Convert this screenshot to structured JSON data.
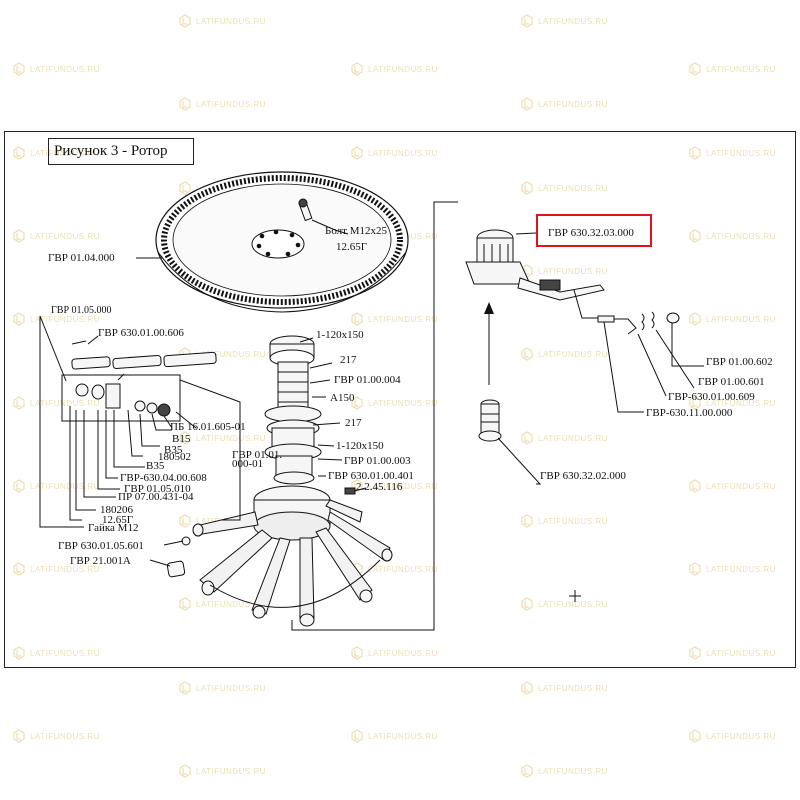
{
  "watermark": {
    "text": "LATIFUNDUS.RU",
    "color": "#c9a227",
    "icon": "latifundus-logo-icon"
  },
  "figure": {
    "title": "Рисунок 3 - Ротор"
  },
  "highlight": {
    "label": "ГВР 630.32.03.000",
    "color": "#e0141e"
  },
  "labels": {
    "bolt": "Болт М12х25",
    "bolt_class": "12.65Г",
    "gvr_010400": "ГВР 01.04.000",
    "gvr_010500": "ГВР 01.05.000",
    "gvr_630_010060": "ГВР 630.01.00.606",
    "b1_120x150_top": "1-120х150",
    "n217_top": "217",
    "gvr_0100004": "ГВР 01.00.004",
    "a150": "А150",
    "n217_mid": "217",
    "pb": "ПБ 16.01.605-01",
    "b15": "В15",
    "b35": "В35",
    "n180502": "180502",
    "b35b": "В35",
    "gvr_630_0400608": "ГВР-630.04.00.608",
    "gvr_0105010": "ГВР 01.05.010",
    "pr": "ПР 07.00.431-04",
    "n180206": "180206",
    "class_1265": "12.65Г",
    "nut": "Гайка М12",
    "gvr_630_0105601": "ГВР 630.01.05.601",
    "gvr_21001a": "ГВР 21.001А",
    "gvr_0101_a": "ГВР 01.01.",
    "gvr_0101_b": "000-01",
    "b1_120x150_mid": "1-120х150",
    "gvr_0100003": "ГВР 01.00.003",
    "gvr_630_0100401": "ГВР 630.01.00.401",
    "n2245116": "2.2.45.116",
    "gvr_0100602": "ГВР 01.00.602",
    "gvr_0100601": "ГВР 01.00.601",
    "gvr_630_0100609": "ГВР-630.01.00.609",
    "gvr_630_1100000": "ГВР-630.11.00.000",
    "gvr_630_3202000": "ГВР 630.32.02.000"
  }
}
